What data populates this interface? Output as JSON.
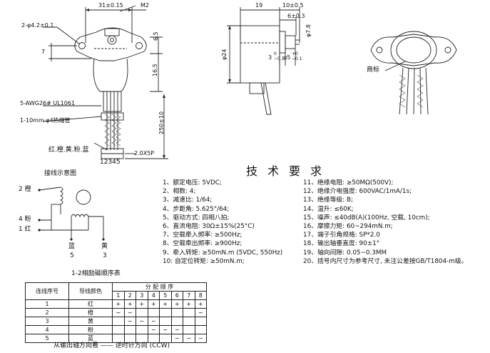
{
  "dims": {
    "top_31": "31±0.15",
    "m2": "M2",
    "hole": "2-φ4.2±0.1",
    "d7": "7",
    "d65": "6.5",
    "d165": "16.5",
    "awg": "5-AWG26# UL1061",
    "heatshrink": "1-10mm  φ4热缩管",
    "len250": "250±10",
    "colors": "红.橙.黄.粉.蓝",
    "conn": "2.0X5P",
    "pins": "12345",
    "d19": "19",
    "d10": "10±0.5",
    "d6": "6±0.3",
    "d24": "φ24",
    "d3": "3",
    "d3tol": "−0.1",
    "d3tolU": "0",
    "d5": "φ5",
    "d5tolU": "+0",
    "d5tolL": "−0.1",
    "d7b": "φ7.8",
    "trademark": "商标"
  },
  "wiring": {
    "title": "接线示意图",
    "labels": [
      "2 橙",
      "4 粉",
      "1 红",
      "蓝",
      "5",
      "黄",
      "3"
    ]
  },
  "spec_title": "技术要求",
  "specs_left": [
    "1、额定电压: 5VDC;",
    "2、相数: 4;",
    "3、减速比: 1/64;",
    "4、步距角: 5.625°/64;",
    "5、驱动方式: 四相八拍;",
    "6、直流电阻: 30Ω±15%(25°C)",
    "7、空载牵入频率: ≥500Hz;",
    "8、空载牵出频率: ≥900Hz;",
    "9、牵入转矩: ≥50mN.m (5VDC, 550Hz)",
    "10: 自定位转矩: ≥50mN.m;"
  ],
  "specs_right": [
    "11、绝缘电阻: ≥50MΩ(500V);",
    "12、绝缘介电强度: 600VAC/1mA/1s;",
    "13、绝缘等级: B;",
    "14、温升: ≤60K;",
    "15、噪声: ≤40dB(A)(100Hz, 空载, 10cm);",
    "16、摩擦力矩: 60~294mN.m;",
    "17、端子引角规格: SP*2.0",
    "18、输出轴垂直度: 90±1°",
    "19、轴向间隙: 0.05~0.3MM",
    "20、括号内尺寸为参考尺寸, 未注公差按GB/T1804-m级。"
  ],
  "table": {
    "title": "1-2相励磁顺序表",
    "h1": "连线序号",
    "h2": "导线颜色",
    "h3": "分 配 顺 序",
    "steps": [
      "1",
      "2",
      "3",
      "4",
      "5",
      "6",
      "7",
      "8"
    ],
    "rows": [
      {
        "n": "1",
        "c": "红",
        "s": [
          "+",
          "+",
          "+",
          "+",
          "+",
          "+",
          "+",
          "+"
        ]
      },
      {
        "n": "2",
        "c": "橙",
        "s": [
          "−",
          "−",
          "",
          "",
          "",
          "",
          "",
          "−"
        ]
      },
      {
        "n": "3",
        "c": "黄",
        "s": [
          "",
          "−",
          "−",
          "−",
          "",
          "",
          "",
          ""
        ]
      },
      {
        "n": "4",
        "c": "粉",
        "s": [
          "",
          "",
          "",
          "−",
          "−",
          "−",
          "",
          ""
        ]
      },
      {
        "n": "5",
        "c": "蓝",
        "s": [
          "",
          "",
          "",
          "",
          "",
          "−",
          "−",
          "−"
        ]
      }
    ],
    "footer": "从输出轴方向看 —— 逆时针方向 (CCW)"
  }
}
